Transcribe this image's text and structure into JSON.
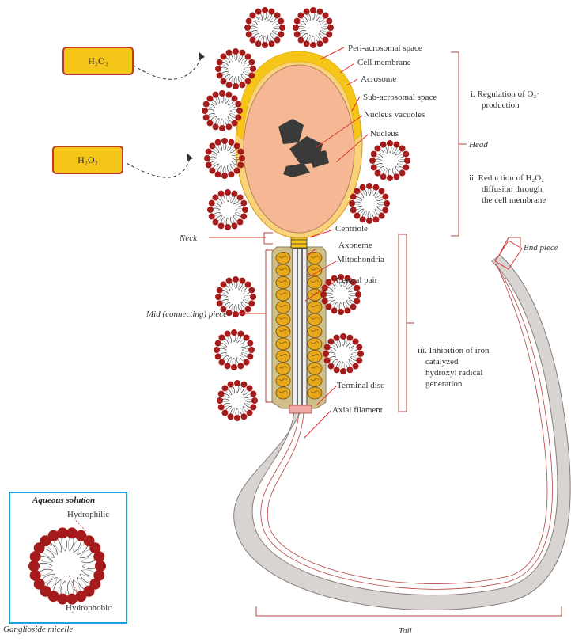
{
  "h2o2_boxes": [
    {
      "text": "H₂O₂"
    },
    {
      "text": "H₂O₂"
    }
  ],
  "labels": {
    "peri_acrosomal": "Peri-acrosomal space",
    "cell_membrane": "Cell membrane",
    "acrosome": "Acrosome",
    "sub_acrosomal": "Sub-acrosomal space",
    "nucleus_vacuoles": "Nucleus vacuoles",
    "nucleus": "Nucleus",
    "centriole": "Centriole",
    "axoneme": "Axoneme",
    "mitochondria": "Mitochondria",
    "central_pair": "Central pair",
    "terminal_disc": "Terminal disc",
    "axial_filament": "Axial filament",
    "neck": "Neck",
    "mid_piece": "Mid (connecting) piece",
    "head": "Head",
    "end_piece": "End piece",
    "tail": "Tail"
  },
  "mechanisms": {
    "i_line1": "i. Regulation of O₂·",
    "i_line2": "production",
    "ii_line1": "ii. Reduction of H₂O₂",
    "ii_line2": "diffusion through",
    "ii_line3": "the cell membrane",
    "iii_line1": "iii. Inhibition of iron-",
    "iii_line2": "catalyzed",
    "iii_line3": "hydroxyl radical",
    "iii_line4": "generation"
  },
  "inset": {
    "title": "Aqueous solution",
    "hydrophilic": "Hydrophilic",
    "hydrophobic": "Hydrophobic",
    "caption": "Ganglioside micelle"
  },
  "colors": {
    "cytoplasm": "#f6b894",
    "acrosome": "#f5c518",
    "micelle_head": "#a51b1b",
    "mitochondria": "#e8a81c",
    "tail": "#d8d4d2",
    "pointer": "#e03131",
    "box_border": "#1ea0d8"
  }
}
